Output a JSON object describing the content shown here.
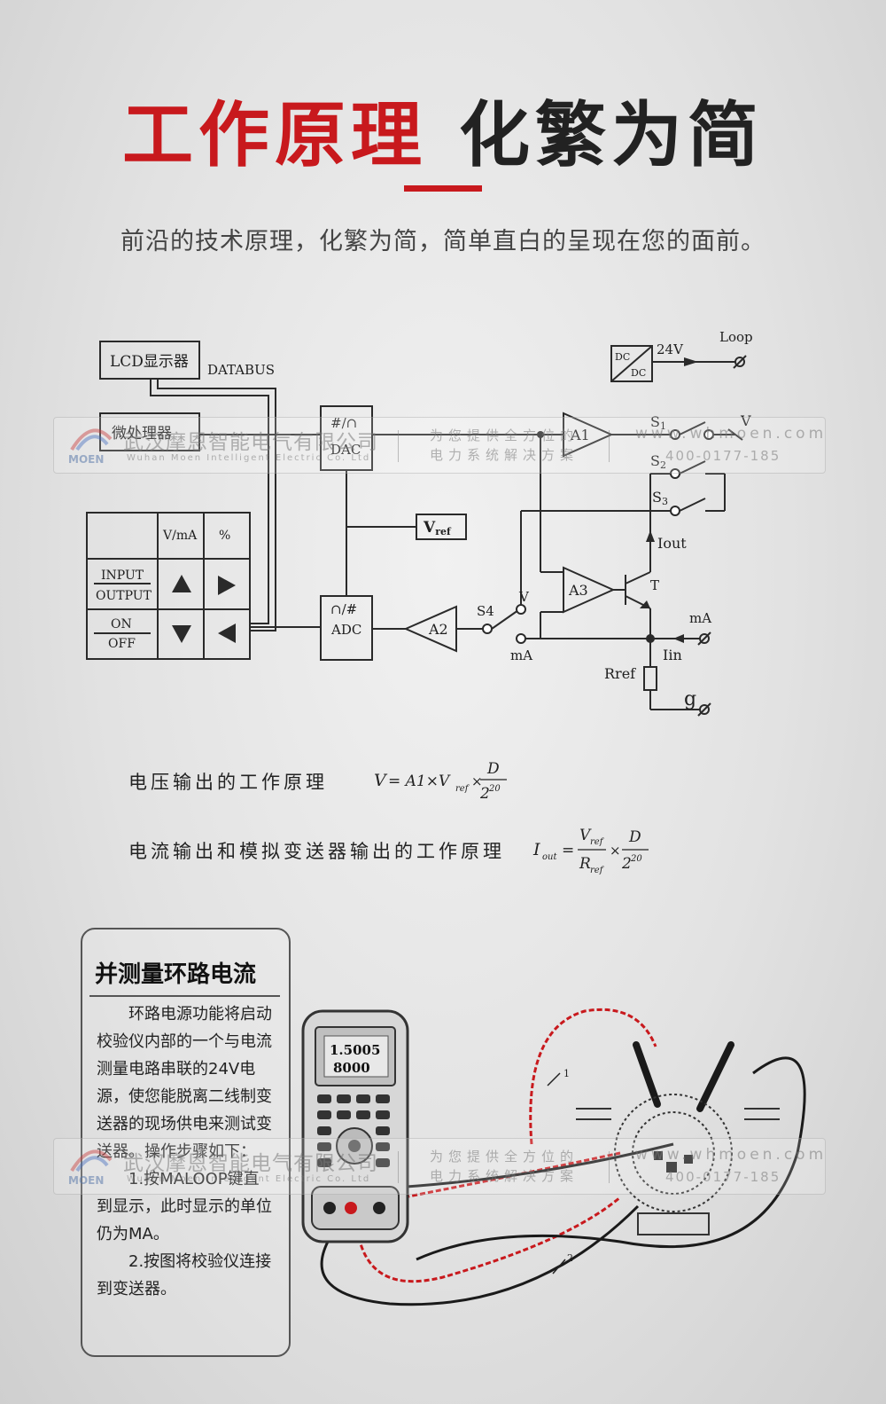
{
  "header": {
    "title_red": "工作原理",
    "title_dark": "化繁为简",
    "subtitle": "前沿的技术原理，化繁为简，简单直白的呈现在您的面前。"
  },
  "diagram": {
    "lcd": "LCD显示器",
    "databus": "DATABUS",
    "mcu": "微处理器",
    "dac_top": "#/∩",
    "dac_bottom": "DAC",
    "adc_top": "∩/#",
    "adc_bottom": "ADC",
    "vref_main": "V",
    "vref_sub": "ref",
    "a1": "A1",
    "a2": "A2",
    "a3": "A3",
    "s1": "S",
    "s1_sub": "1",
    "s2": "S",
    "s2_sub": "2",
    "s3": "S",
    "s3_sub": "3",
    "s4": "S4",
    "v_out": "V",
    "v_sw": "V",
    "ma_sw": "mA",
    "iout": "Iout",
    "transistor": "T",
    "ma_term": "mA",
    "iin": "Iin",
    "rref": "Rref",
    "gnd": "g",
    "dcdc_top": "DC",
    "dcdc_bottom": "DC",
    "v24": "24V",
    "loop": "Loop",
    "keypad": {
      "col_vma": "V/mA",
      "col_pct": "%",
      "row1_top": "INPUT",
      "row1_bottom": "OUTPUT",
      "row2_top": "ON",
      "row2_bottom": "OFF"
    }
  },
  "formulas": {
    "voltage_label": "电压输出的工作原理",
    "current_label": "电流输出和模拟变送器输出的工作原理",
    "v_lhs": "V",
    "v_rhs": "= A1×V",
    "v_ref_sub": "ref",
    "times": "×",
    "frac_num": "D",
    "frac_den": "2",
    "frac_exp": "20",
    "i_lhs": "I",
    "i_lhs_sub": "out",
    "i_eq": "=",
    "i_num": "V",
    "i_num_sub": "ref",
    "i_den": "R",
    "i_den_sub": "ref"
  },
  "info_box": {
    "title": "并测量环路电流",
    "para1": "环路电源功能将启动校验仪内部的一个与电流测量电路串联的24V电源，使您能脱离二线制变送器的现场供电来测试变送器。操作步骤如下：",
    "step1": "1.按MALOOP键直到显示，此时显示的单位仍为MA。",
    "step2": "2.按图将校验仪连接到变送器。"
  },
  "device": {
    "display_line1": "1.5005",
    "display_line2": "8000",
    "lead1_label": "1",
    "lead2_label": "2"
  },
  "watermark": {
    "brand": "MOEN",
    "company_cn": "武汉摩恩智能电气有限公司",
    "company_en": "Wuhan Moen Intelligent Electric Co. Ltd",
    "slogan": "为您提供全方位的\n电力系统解决方案",
    "url": "www.whmoen.com",
    "tel": "400-0177-185"
  },
  "colors": {
    "accent_red": "#c8191d",
    "title_dark": "#222222",
    "line_dark": "#2a2a2a"
  }
}
